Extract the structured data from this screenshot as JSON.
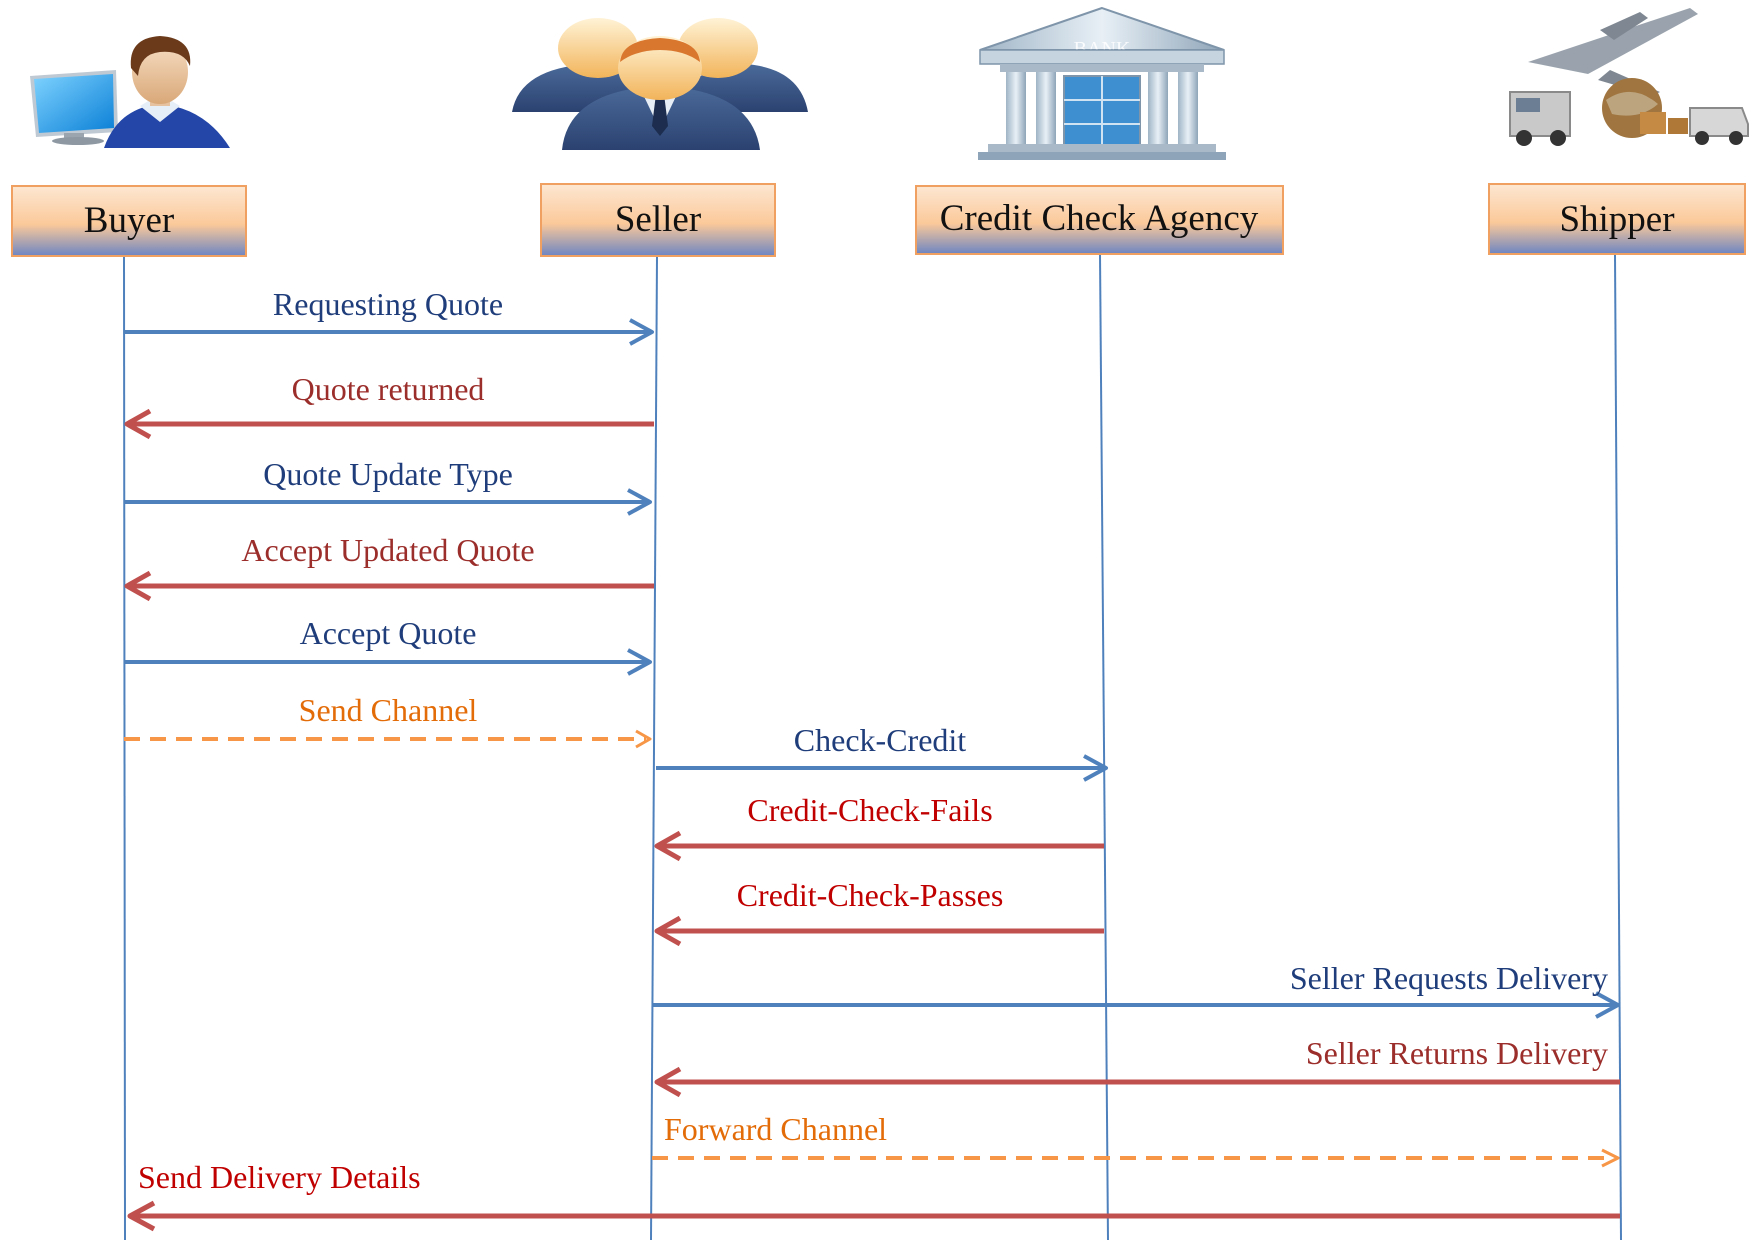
{
  "participants": [
    {
      "id": "buyer",
      "label": "Buyer",
      "icon": "buyer-at-computer-icon"
    },
    {
      "id": "seller",
      "label": "Seller",
      "icon": "seller-group-icon"
    },
    {
      "id": "agency",
      "label": "Credit Check Agency",
      "icon": "bank-building-icon"
    },
    {
      "id": "shipper",
      "label": "Shipper",
      "icon": "shipping-transport-icon"
    }
  ],
  "bank_sign": "BANK",
  "colors": {
    "request": "#4f81bd",
    "response": "#c0504d",
    "channel": "#f79646",
    "text_request": "#1f3d7a",
    "text_response": "#9b2d2a",
    "text_response_bright": "#c00000",
    "text_channel": "#e36c09",
    "lifeline": "#4f81bd",
    "box_top": "#fde0c4",
    "box_bottom": "#7b8fc0",
    "box_border": "#f0a060"
  },
  "messages": [
    {
      "label": "Requesting Quote",
      "from": "buyer",
      "to": "seller",
      "kind": "request"
    },
    {
      "label": "Quote returned",
      "from": "seller",
      "to": "buyer",
      "kind": "response"
    },
    {
      "label": "Quote Update Type",
      "from": "buyer",
      "to": "seller",
      "kind": "request"
    },
    {
      "label": "Accept Updated Quote",
      "from": "seller",
      "to": "buyer",
      "kind": "response"
    },
    {
      "label": "Accept Quote",
      "from": "buyer",
      "to": "seller",
      "kind": "request"
    },
    {
      "label": "Send Channel",
      "from": "buyer",
      "to": "seller",
      "kind": "channel"
    },
    {
      "label": "Check-Credit",
      "from": "seller",
      "to": "agency",
      "kind": "request"
    },
    {
      "label": "Credit-Check-Fails",
      "from": "agency",
      "to": "seller",
      "kind": "response"
    },
    {
      "label": "Credit-Check-Passes",
      "from": "agency",
      "to": "seller",
      "kind": "response"
    },
    {
      "label": "Seller Requests Delivery",
      "from": "seller",
      "to": "shipper",
      "kind": "request"
    },
    {
      "label": "Seller Returns Delivery",
      "from": "shipper",
      "to": "seller",
      "kind": "response"
    },
    {
      "label": "Forward Channel",
      "from": "seller",
      "to": "shipper",
      "kind": "channel"
    },
    {
      "label": "Send Delivery Details",
      "from": "shipper",
      "to": "buyer",
      "kind": "response"
    }
  ]
}
